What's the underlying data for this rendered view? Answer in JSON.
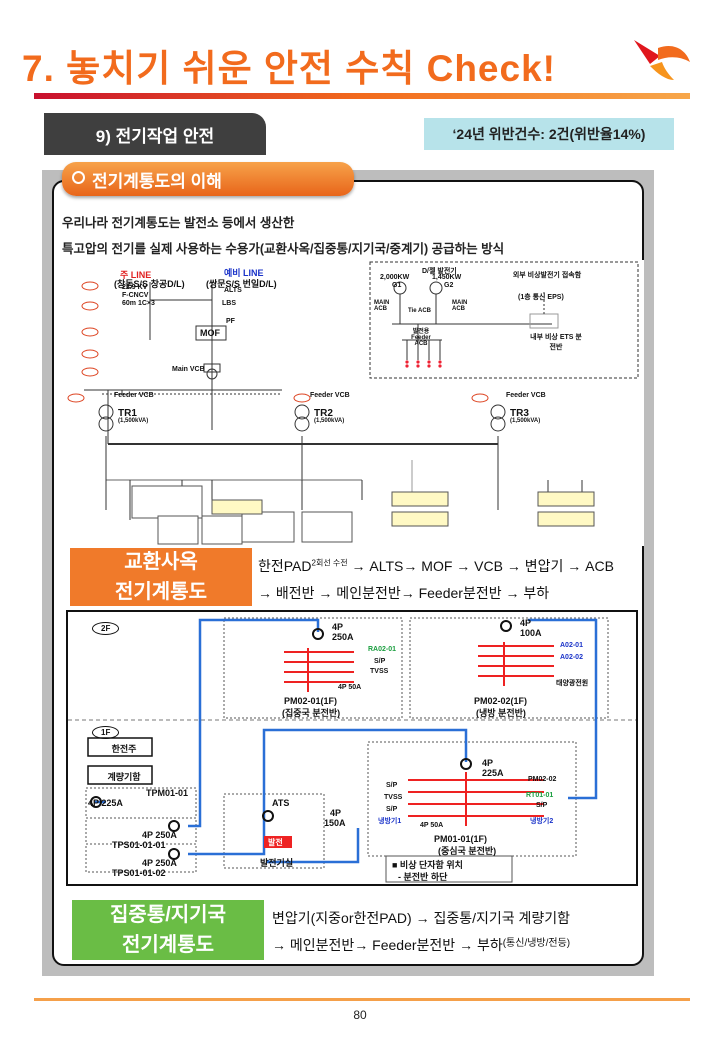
{
  "header": {
    "title": "7. 놓치기 쉬운 안전 수칙 Check!",
    "section": "9) 전기작업 안전",
    "violations": "‘24년 위반건수: 2건(위반율14%)",
    "colors": {
      "accent": "#f26b1d",
      "brand_red": "#c8102e",
      "section_bg": "#3f3f3f",
      "badge_bg": "#b7e3ea"
    }
  },
  "subtab": {
    "label": "전기계통도의 이해",
    "icon": "check-circle-icon"
  },
  "intro": {
    "line1": "우리나라 전기계통도는 발전소 등에서 생산한",
    "line2": "특고압의  전기를 실제 사용하는 수용가(교환사옥/집중통/지기국/중계기)  공급하는 방식"
  },
  "diagram1": {
    "lines": {
      "main": "주 LINE",
      "main_sub": "(창동S/S  창공D/L)",
      "spare": "예비 LINE",
      "spare_sub": "(쌍문S/S  번일D/L)"
    },
    "voltage": "22.9 KV",
    "cncv": "F-CNCV",
    "cncv_size": "60m 1C×3",
    "alts": "ALTS",
    "lbs": "LBS",
    "pf": "PF",
    "mof": "MOF",
    "main_vcb": "Main VCB",
    "feeder_vcb": "Feeder VCB",
    "transformers": [
      "TR1",
      "TR2",
      "TR3"
    ],
    "tr_spec": "(1,500kVA)",
    "gen_title": "D/젤 발전기",
    "gen_kw": [
      "2,000KW",
      "1,450KW"
    ],
    "gens": [
      "G1",
      "G2"
    ],
    "main_acb": "MAIN ACB",
    "tie_acb": "Tie ACB",
    "feeder_acb": "발전용 Feeder ACB",
    "ext_gen": "외부 비상발전기 접속함",
    "ext_gen_sub": "(1층 통신 EPS)",
    "ext_ets": "내부 비상 ETS 분전반"
  },
  "band1": {
    "label_line1": "교환사옥",
    "label_line2": "전기계통도",
    "bg": "#f07a2a",
    "flow_line1_a": "한전PAD",
    "flow_line1_sup": "2회선 수전",
    "flow_line1_b": "→ ALTS→ MOF → VCB → 변압기 → ACB",
    "flow_line2": "→ 배전반 → 메인분전반→ Feeder분전반 → 부하"
  },
  "diagram2": {
    "floor2": "2F",
    "floor1": "1F",
    "p2a": {
      "breaker": "4P",
      "rating": "250A",
      "circuit": "RA02-01",
      "sp": "S/P",
      "tvss": "TVSS",
      "sub_breaker": "4P 50A",
      "name": "PM02-01(1F)",
      "desc": "(집중국 분전반)"
    },
    "p2b": {
      "breaker": "4P",
      "rating": "100A",
      "c1": "A02-01",
      "c2": "A02-02",
      "solar": "태양광전원",
      "name": "PM02-02(1F)",
      "desc": "(냉방 분전반)"
    },
    "hanjeon": "한전주",
    "meter": "계량기함",
    "tpm": "TPM01-01",
    "tpm_breaker": "4P 225A",
    "tps1": "TPS01-01-01",
    "tps1_breaker": "4P 250A",
    "tps2": "TPS01-01-02",
    "tps2_breaker": "4P 250A",
    "ats": "ATS",
    "ats_breaker": "4P",
    "ats_rating": "150A",
    "gen_tag": "발전",
    "gen_room": "발전기실",
    "p1": {
      "breaker": "4P",
      "rating": "225A",
      "pm0202": "PM02-02",
      "rt": "RT01-01",
      "sp": "S/P",
      "tvss": "TVSS",
      "c_l": "냉방기1",
      "c_r": "냉방기2",
      "sub": "4P 50A",
      "name": "PM01-01(1F)",
      "desc": "(중심국 분전반)"
    },
    "legend1": "■ 비상 단자함 위치",
    "legend2": "- 분전반 하단"
  },
  "band2": {
    "label_line1": "집중통/지기국",
    "label_line2": "전기계통도",
    "bg": "#6abd45",
    "flow_line1": "변압기(지중or한전PAD) → 집중통/지기국 계량기함",
    "flow_line2_a": "→ 메인분전반→ Feeder분전반 → 부하",
    "flow_line2_small": "(통신/냉방/전등)"
  },
  "footer": {
    "page": "80"
  }
}
